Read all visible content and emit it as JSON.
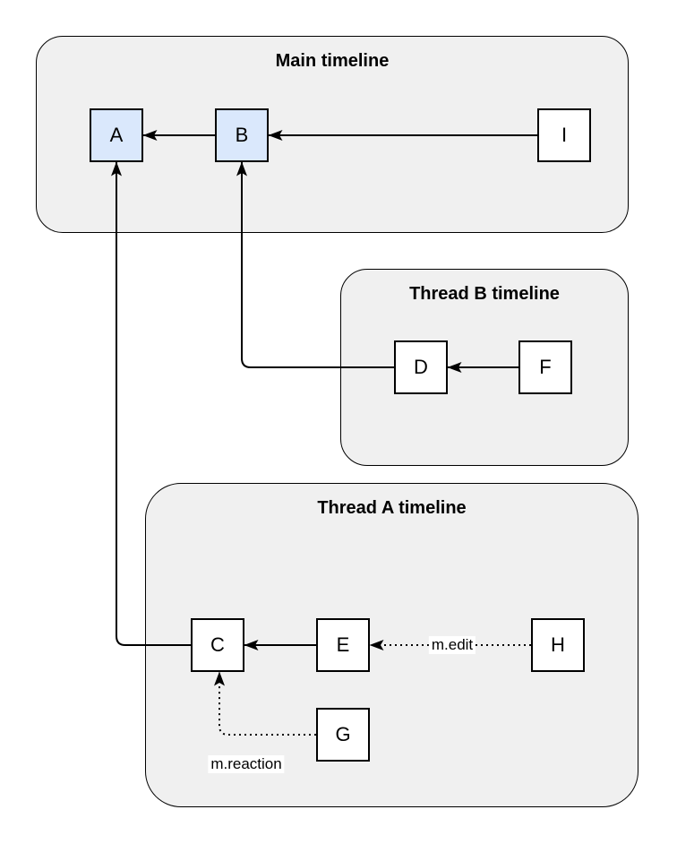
{
  "diagram": {
    "containers": [
      {
        "id": "main",
        "title": "Main timeline"
      },
      {
        "id": "thread-b",
        "title": "Thread B timeline"
      },
      {
        "id": "thread-a",
        "title": "Thread A timeline"
      }
    ],
    "nodes": [
      {
        "id": "A",
        "label": "A",
        "highlighted": true,
        "timeline": "main"
      },
      {
        "id": "B",
        "label": "B",
        "highlighted": true,
        "timeline": "main"
      },
      {
        "id": "I",
        "label": "I",
        "highlighted": false,
        "timeline": "main"
      },
      {
        "id": "D",
        "label": "D",
        "highlighted": false,
        "timeline": "thread-b"
      },
      {
        "id": "F",
        "label": "F",
        "highlighted": false,
        "timeline": "thread-b"
      },
      {
        "id": "C",
        "label": "C",
        "highlighted": false,
        "timeline": "thread-a"
      },
      {
        "id": "E",
        "label": "E",
        "highlighted": false,
        "timeline": "thread-a"
      },
      {
        "id": "H",
        "label": "H",
        "highlighted": false,
        "timeline": "thread-a"
      },
      {
        "id": "G",
        "label": "G",
        "highlighted": false,
        "timeline": "thread-a"
      }
    ],
    "edges": [
      {
        "from": "B",
        "to": "A",
        "style": "solid",
        "label": ""
      },
      {
        "from": "I",
        "to": "B",
        "style": "solid",
        "label": ""
      },
      {
        "from": "F",
        "to": "D",
        "style": "solid",
        "label": ""
      },
      {
        "from": "D",
        "to": "B",
        "style": "solid",
        "label": ""
      },
      {
        "from": "E",
        "to": "C",
        "style": "solid",
        "label": ""
      },
      {
        "from": "H",
        "to": "E",
        "style": "dotted",
        "label": "m.edit"
      },
      {
        "from": "G",
        "to": "C",
        "style": "dotted",
        "label": "m.reaction"
      },
      {
        "from": "C",
        "to": "A",
        "style": "solid",
        "label": ""
      }
    ],
    "colors": {
      "container_fill": "#f0f0f0",
      "container_border": "#000000",
      "node_fill": "#ffffff",
      "node_fill_highlight": "#dae8fc",
      "node_border": "#000000",
      "edge": "#000000",
      "label_bg": "#ffffff"
    }
  }
}
